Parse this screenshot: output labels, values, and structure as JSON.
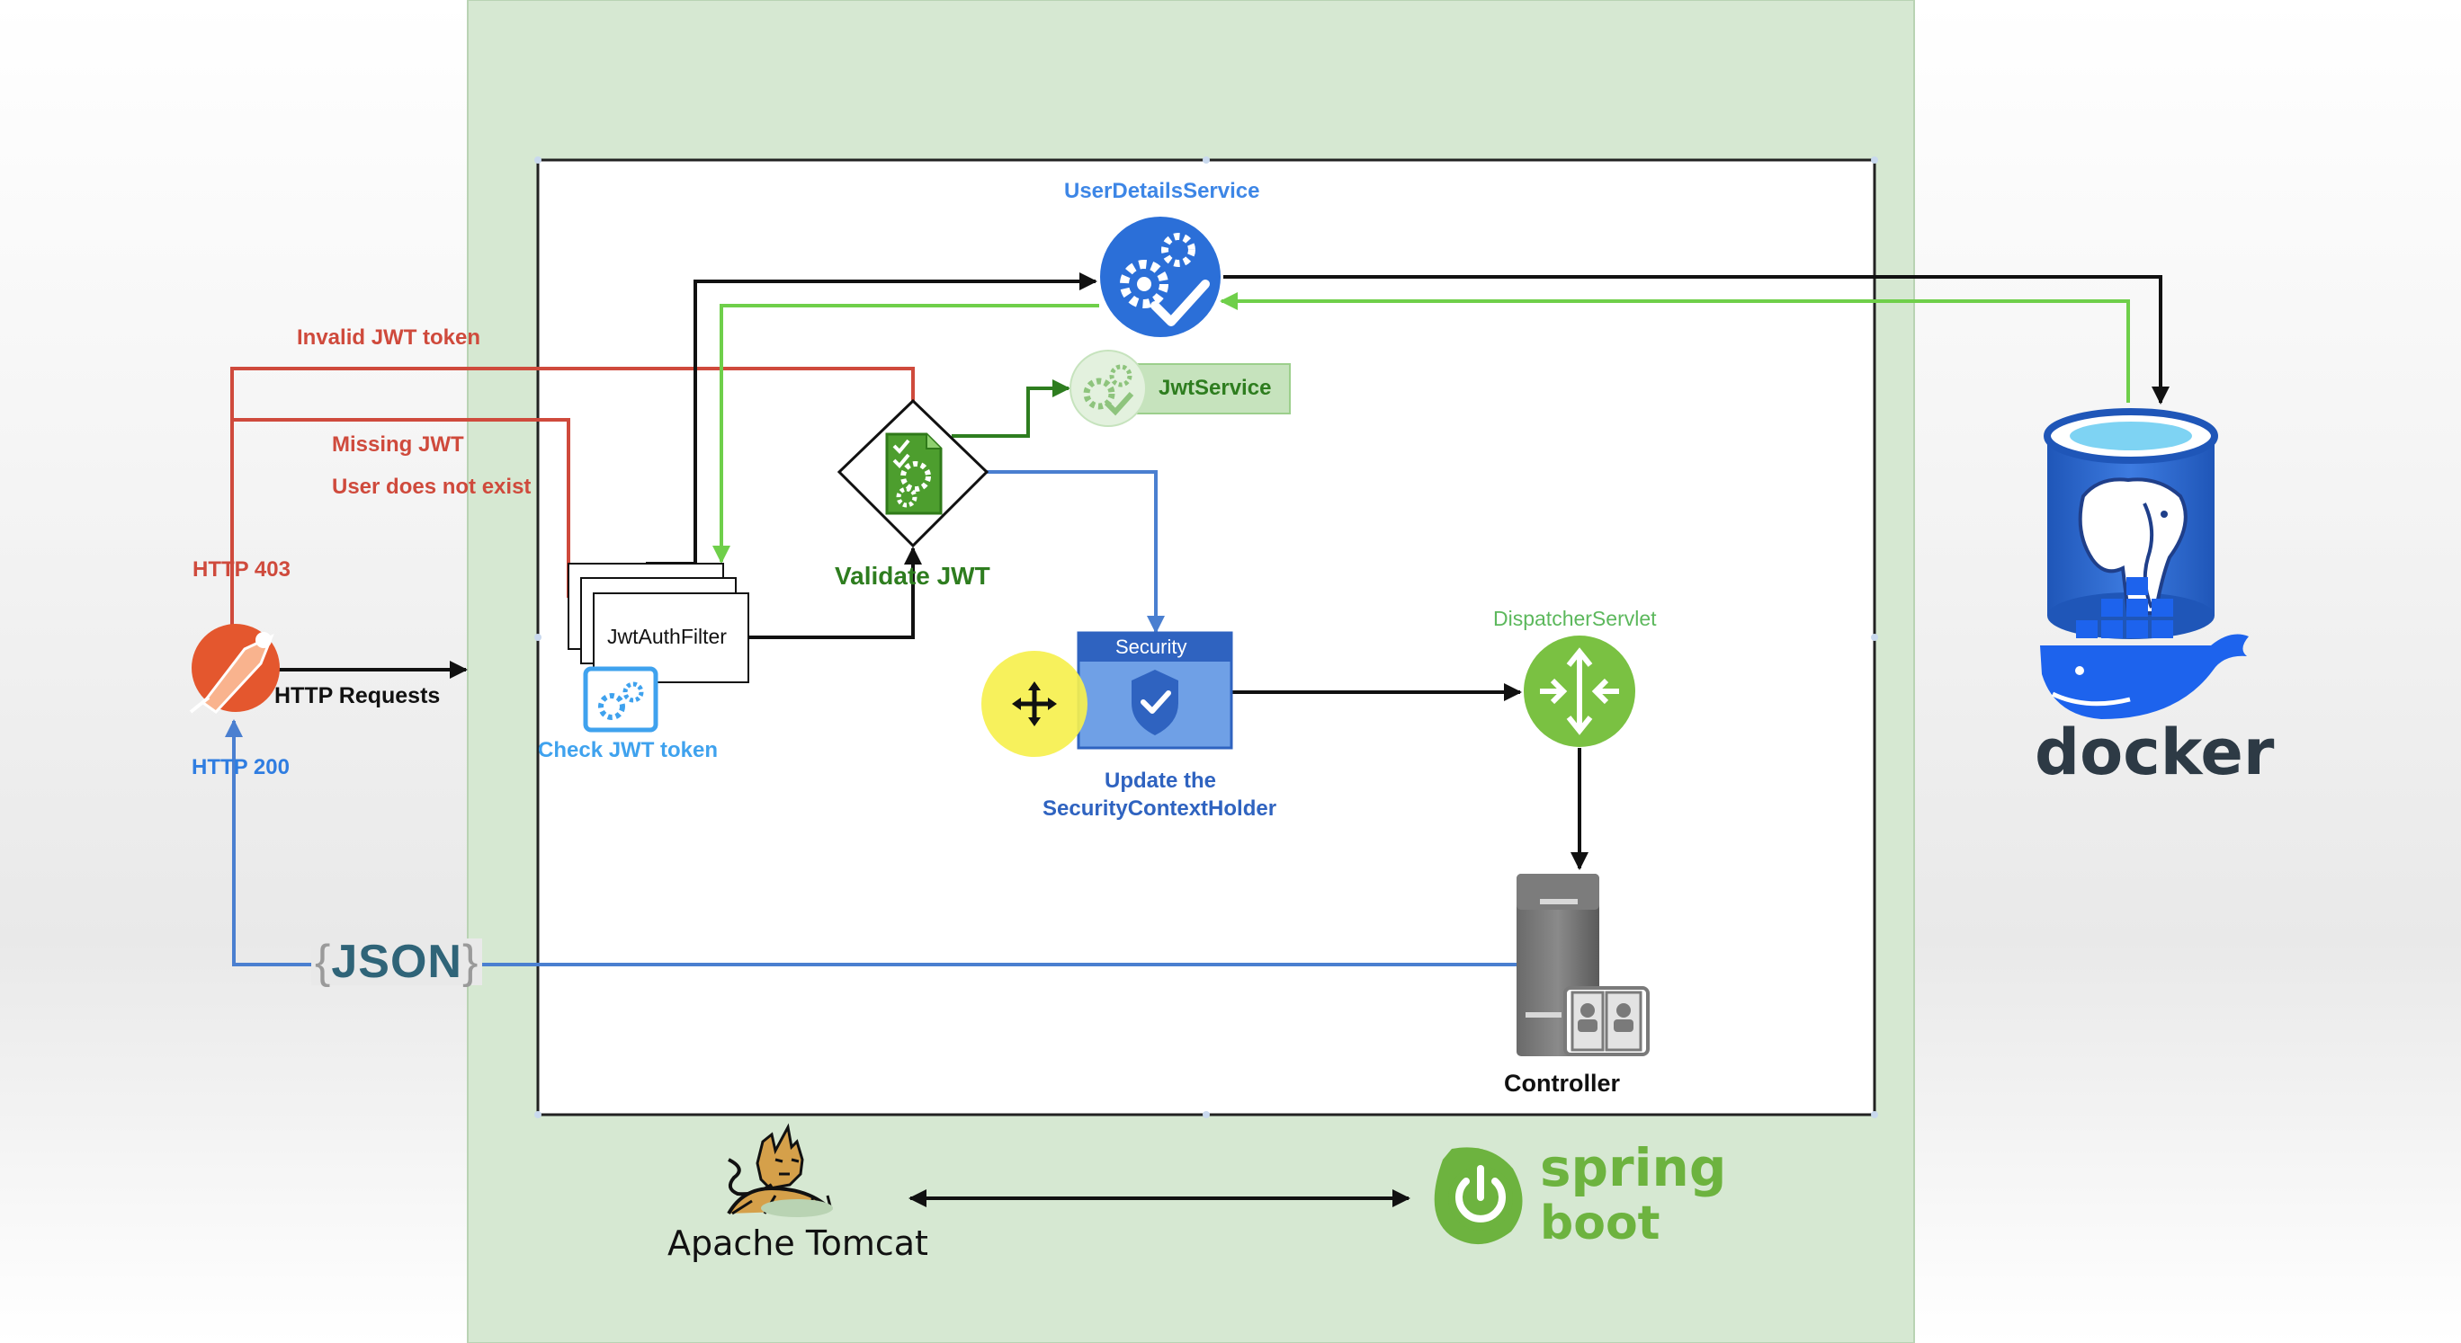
{
  "labels": {
    "user_details_service": "UserDetailsService",
    "jwt_service": "JwtService",
    "invalid_jwt_token": "Invalid JWT token",
    "missing_jwt": "Missing JWT",
    "user_does_not_exist": "User does not exist",
    "http_403": "HTTP 403",
    "http_requests": "HTTP Requests",
    "http_200": "HTTP 200",
    "jwt_auth_filter": "JwtAuthFilter",
    "check_jwt_token": "Check JWT token",
    "validate_jwt": "Validate JWT",
    "security": "Security",
    "update_line1": "Update the",
    "update_line2": "SecurityContextHolder",
    "dispatcher_servlet": "DispatcherServlet",
    "controller": "Controller",
    "json_text": "JSON",
    "json_open": "{",
    "json_close": "}",
    "apache_tomcat": "Apache Tomcat",
    "spring": "spring",
    "boot": "boot",
    "docker": "docker"
  },
  "icons": {
    "postman": "postman-logo-icon",
    "user_details_service": "gears-check-icon",
    "jwt_service": "gears-check-icon",
    "validate_jwt": "document-gears-icon",
    "check_jwt_token": "gears-doc-icon",
    "security": "shield-check-icon",
    "dispatcher_servlet": "router-arrows-icon",
    "controller": "server-contacts-icon",
    "database": "postgres-elephant-icon",
    "docker": "docker-whale-icon",
    "tomcat": "tomcat-cat-icon",
    "spring_boot": "power-icon",
    "cursor": "move-cursor-icon"
  },
  "colors": {
    "red_path": "#cf4a3c",
    "green_path": "#6fcf4a",
    "blue_path": "#4a7fd0",
    "black_path": "#111111",
    "container_bg": "#d6e8d2",
    "spring_green": "#6db33f",
    "docker_blue": "#1d63ed",
    "postgres_blue": "#336791"
  }
}
